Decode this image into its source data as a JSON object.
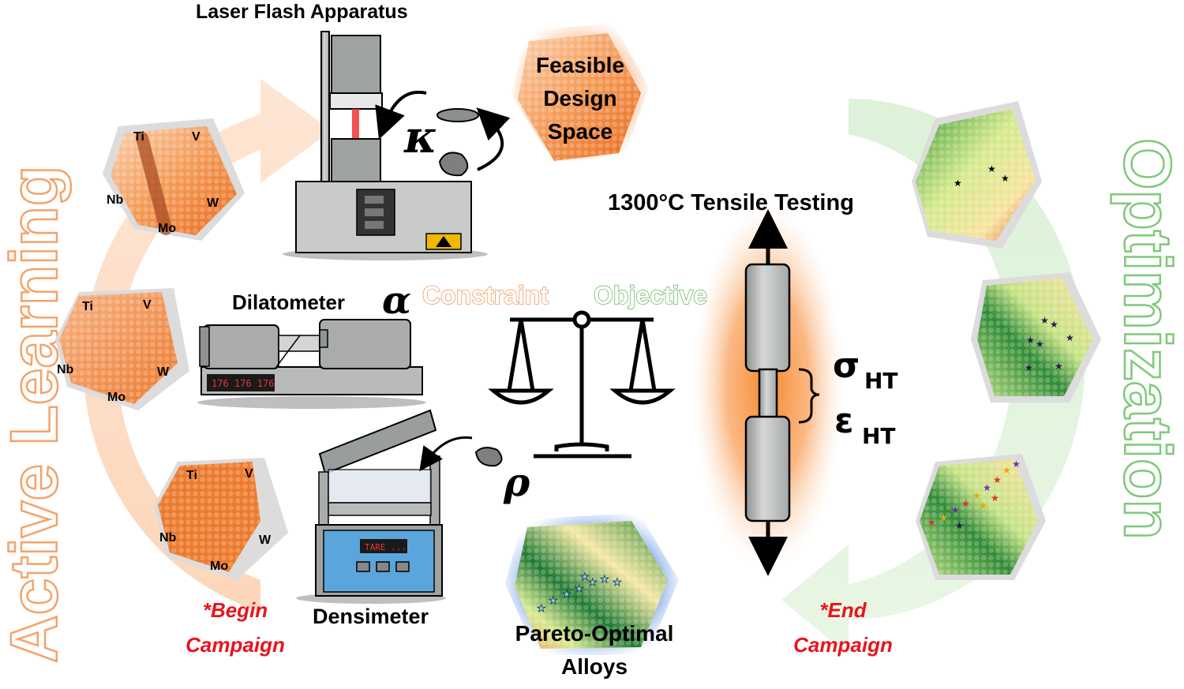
{
  "side_titles": {
    "left": "Active Learning",
    "right": "Optimization"
  },
  "instruments": {
    "laser_flash": "Laser Flash Apparatus",
    "dilatometer": "Dilatometer",
    "densimeter": "Densimeter",
    "tensile": "1300°C Tensile Testing"
  },
  "symbols": {
    "kappa": "κ",
    "alpha": "α",
    "rho": "ρ",
    "sigma": "σ",
    "epsilon": "ε",
    "ht_subscript": "HT"
  },
  "balance": {
    "constraint": "Constraint",
    "objective": "Objective"
  },
  "design_space": [
    "Feasible",
    "Design",
    "Space"
  ],
  "pareto": [
    "Pareto-Optimal",
    "Alloys"
  ],
  "campaign": {
    "begin_line1": "*Begin",
    "begin_line2": "Campaign",
    "end_line1": "*End",
    "end_line2": "Campaign"
  },
  "elements": {
    "ti": "Ti",
    "v": "V",
    "nb": "Nb",
    "w": "W",
    "mo": "Mo"
  },
  "displays": {
    "dilatometer_readout": "176 176 176",
    "densimeter_readout": "TARE ..."
  },
  "colors": {
    "orange": "#f07a2a",
    "green": "#3fa535",
    "red": "#e8141c",
    "blue_glow": "#4a7fd8"
  }
}
